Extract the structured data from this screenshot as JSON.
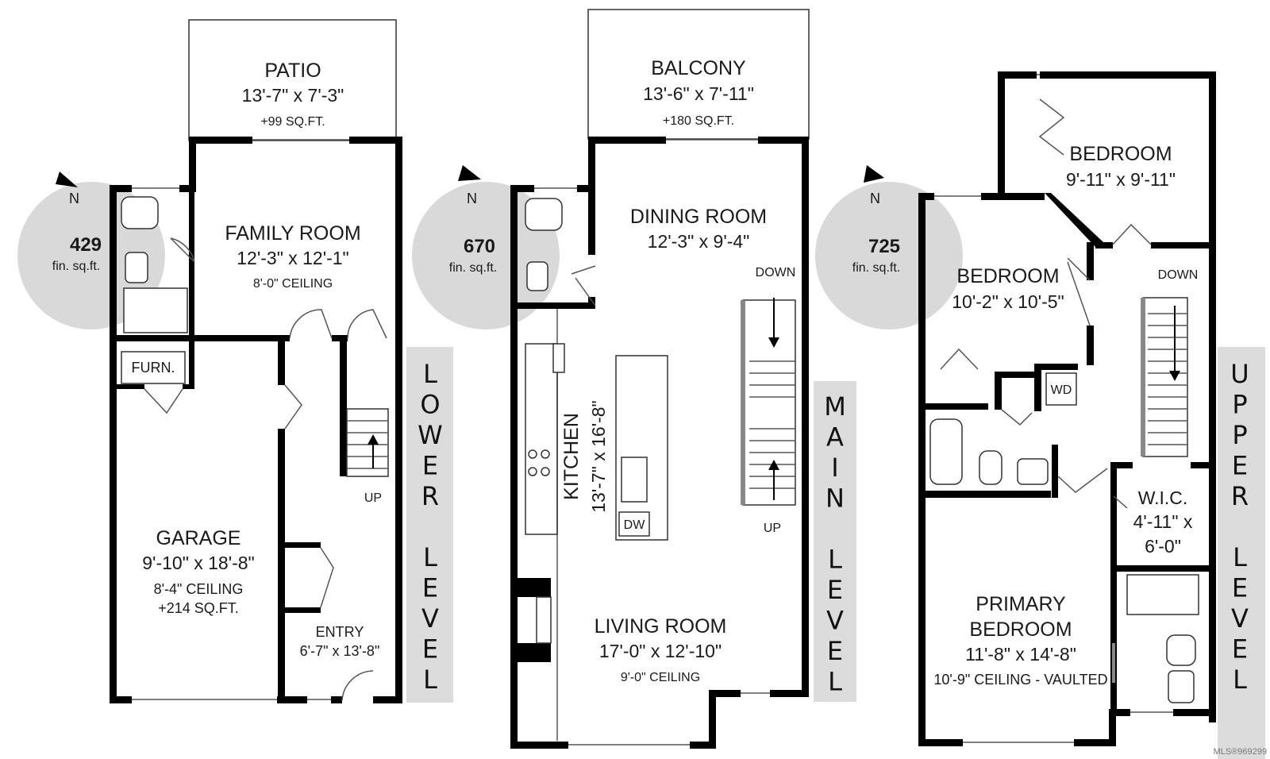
{
  "lower": {
    "patio": {
      "name": "PATIO",
      "dim": "13'-7\" x 7'-3\"",
      "extra": "+99 SQ.FT."
    },
    "family": {
      "name": "FAMILY ROOM",
      "dim": "12'-3\" x 12'-1\"",
      "ceiling": "8'-0\" CEILING"
    },
    "furn": "FURN.",
    "garage": {
      "name": "GARAGE",
      "dim": "9'-10\" x 18'-8\"",
      "ceiling": "8'-4\" CEILING",
      "extra": "+214 SQ.FT."
    },
    "entry": {
      "name": "ENTRY",
      "dim": "6'-7\" x 13'-8\""
    },
    "up": "UP",
    "compass": {
      "n": "N",
      "area": "429",
      "unit": "fin. sq.ft."
    },
    "level_letters": [
      "L",
      "O",
      "W",
      "E",
      "R",
      "",
      "L",
      "E",
      "V",
      "E",
      "L"
    ]
  },
  "main": {
    "balcony": {
      "name": "BALCONY",
      "dim": "13'-6\" x 7'-11\"",
      "extra": "+180 SQ.FT."
    },
    "dining": {
      "name": "DINING ROOM",
      "dim": "12'-3\" x 9'-4\""
    },
    "kitchen": {
      "name": "KITCHEN",
      "dim": "13'-7\" x 16'-8\""
    },
    "dw": "DW",
    "living": {
      "name": "LIVING ROOM",
      "dim": "17'-0\" x 12'-10\"",
      "ceiling": "9'-0\" CEILING"
    },
    "down": "DOWN",
    "up": "UP",
    "compass": {
      "n": "N",
      "area": "670",
      "unit": "fin. sq.ft."
    },
    "level_letters": [
      "M",
      "A",
      "I",
      "N",
      "",
      "L",
      "E",
      "V",
      "E",
      "L"
    ]
  },
  "upper": {
    "bedroom1": {
      "name": "BEDROOM",
      "dim": "9'-11\" x 9'-11\""
    },
    "bedroom2": {
      "name": "BEDROOM",
      "dim": "10'-2\" x 10'-5\""
    },
    "wd": "WD",
    "wic": {
      "name": "W.I.C.",
      "dim1": "4'-11\" x",
      "dim2": "6'-0\""
    },
    "primary": {
      "name1": "PRIMARY",
      "name2": "BEDROOM",
      "dim": "11'-8\" x 14'-8\"",
      "ceiling": "10'-9\" CEILING - VAULTED"
    },
    "down": "DOWN",
    "compass": {
      "n": "N",
      "area": "725",
      "unit": "fin. sq.ft."
    },
    "level_letters": [
      "U",
      "P",
      "P",
      "E",
      "R",
      "",
      "L",
      "E",
      "V",
      "E",
      "L"
    ]
  },
  "mls": "MLS®969299",
  "colors": {
    "wall": "#000000",
    "compass": "#d9d9d9",
    "level_bar": "#dcdcdc"
  }
}
